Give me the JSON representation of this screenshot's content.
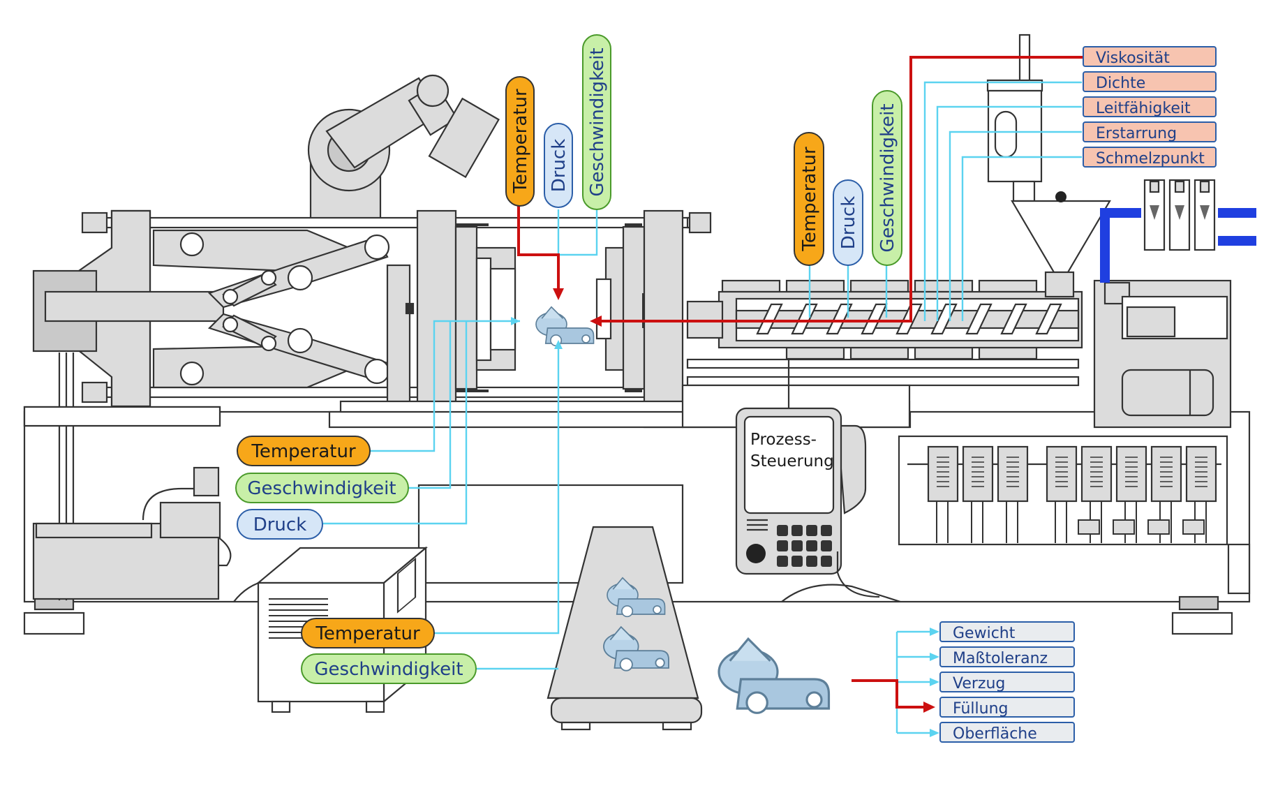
{
  "colors": {
    "temperature_fill": "#f7a719",
    "speed_fill": "#c8efa8",
    "pressure_fill": "#d6e6f7",
    "material_fill": "#f7c4b0",
    "quality_fill": "#e9ecef",
    "signal_line": "#5bd3f0",
    "critical_line": "#cc1010",
    "machine_fill": "#dcdcdc",
    "coolant_pipe": "#1f3fe0"
  },
  "mold_parameters": {
    "temperatur": "Temperatur",
    "druck": "Druck",
    "geschwindigkeit": "Geschwindigkeit"
  },
  "injection_parameters": {
    "temperatur": "Temperatur",
    "druck": "Druck",
    "geschwindigkeit": "Geschwindigkeit"
  },
  "hydraulic_parameters": {
    "temperatur": "Temperatur",
    "geschwindigkeit": "Geschwindigkeit",
    "druck": "Druck"
  },
  "cooling_unit_parameters": {
    "temperatur": "Temperatur",
    "geschwindigkeit": "Geschwindigkeit"
  },
  "material_properties": [
    "Viskosität",
    "Dichte",
    "Leitfähigkeit",
    "Erstarrung",
    "Schmelzpunkt"
  ],
  "controller": {
    "line1": "Prozess-",
    "line2": "Steuerung"
  },
  "quality_characteristics": [
    "Gewicht",
    "Maßtoleranz",
    "Verzug",
    "Füllung",
    "Oberfläche"
  ]
}
